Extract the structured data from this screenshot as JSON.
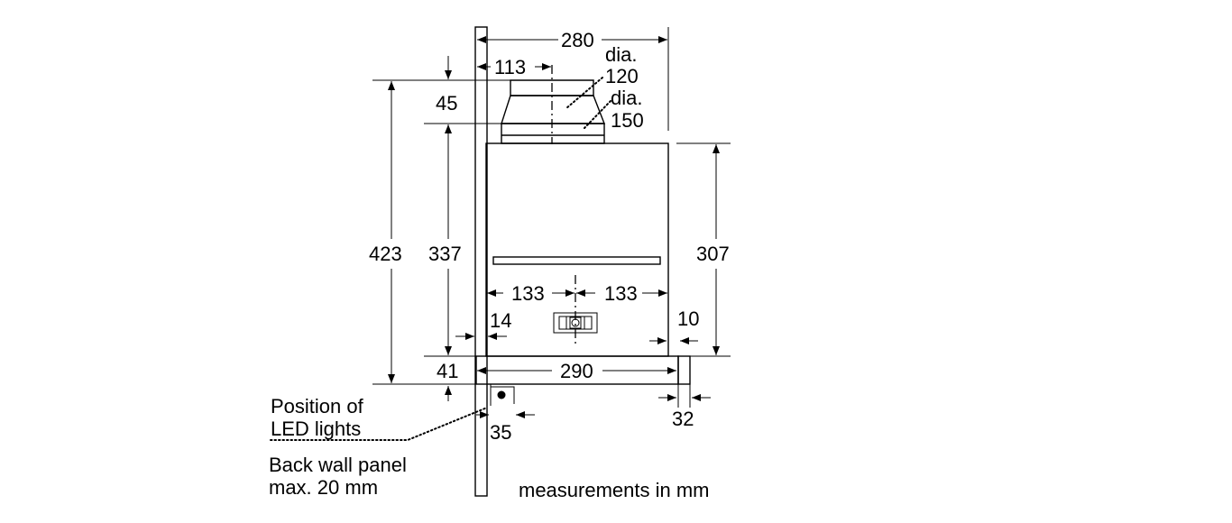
{
  "dimensions": {
    "total_width": "280",
    "duct_offset": "113",
    "duct_dia_label": "dia.",
    "duct_dia_1": "120",
    "duct_dia_2": "150",
    "top_gap": "45",
    "total_height": "423",
    "body_height_left": "337",
    "body_height_right": "307",
    "half_width_left": "133",
    "half_width_right": "133",
    "side_gap_left": "14",
    "side_gap_right": "10",
    "bottom_depth": "41",
    "bottom_width": "290",
    "led_offset": "35",
    "panel_offset": "32"
  },
  "labels": {
    "led_line_1": "Position of",
    "led_line_2": "LED lights",
    "panel_line_1": "Back wall panel",
    "panel_line_2": "max. 20 mm",
    "units_note": "measurements in mm"
  }
}
